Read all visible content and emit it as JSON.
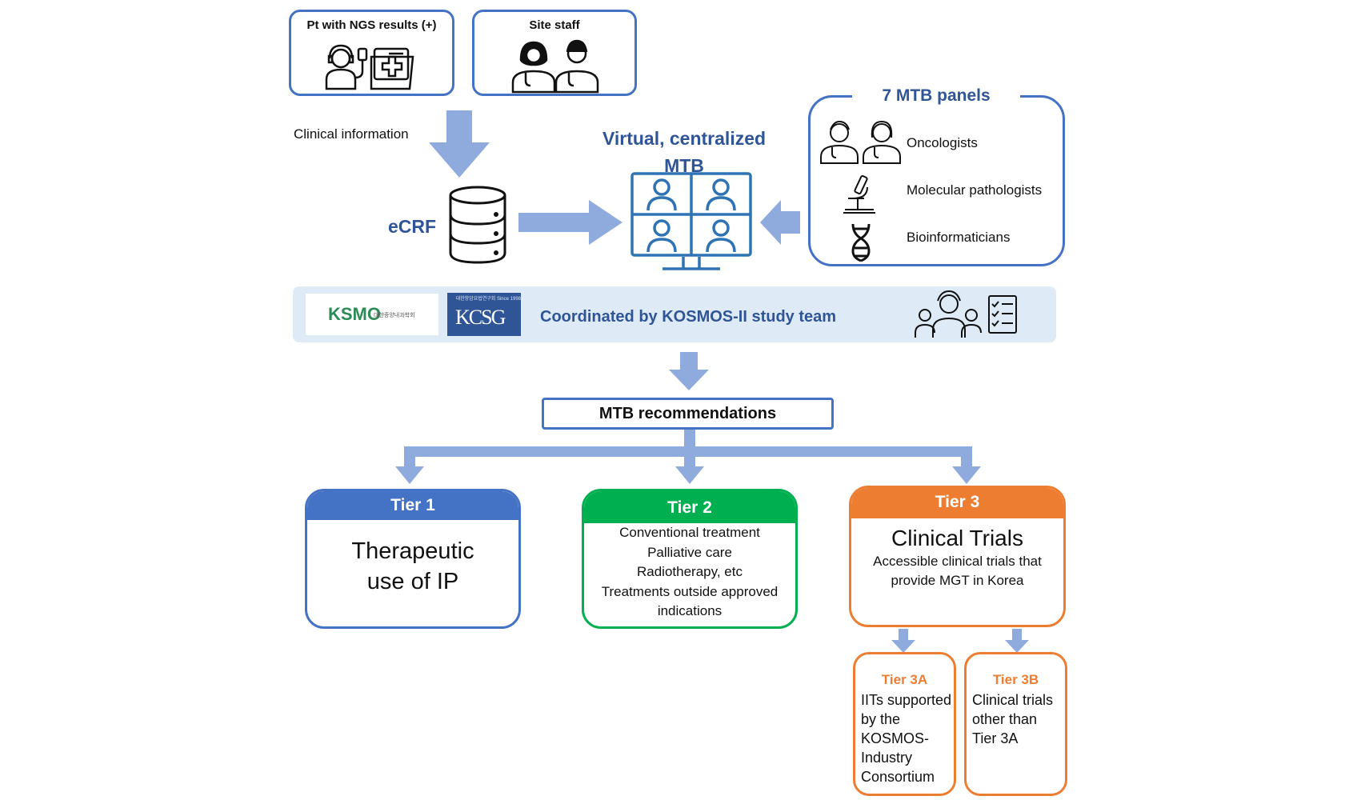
{
  "top": {
    "patient_label": "Pt with NGS results (+)",
    "staff_label": "Site staff",
    "clinical_info": "Clinical information"
  },
  "center": {
    "ecrf": "eCRF",
    "mtb_title_line1": "Virtual, centralized",
    "mtb_title_line2": "MTB"
  },
  "panels": {
    "title": "7 MTB panels",
    "items": [
      "Oncologists",
      "Molecular pathologists",
      "Bioinformaticians"
    ]
  },
  "banner": {
    "ksmo_logo": "KSMO",
    "ksmo_sub": "대한종양내과학회",
    "kcsg_logo": "KCSG",
    "kcsg_sub": "대한항암요법연구회 Since 1998",
    "text": "Coordinated by KOSMOS-II study team"
  },
  "recommendations": "MTB recommendations",
  "tiers": [
    {
      "title": "Tier 1",
      "lines": [
        "Therapeutic",
        "use of IP"
      ],
      "color": "#4472c4"
    },
    {
      "title": "Tier 2",
      "lines": [
        "Conventional treatment",
        "Palliative care",
        "Radiotherapy, etc",
        "Treatments outside approved",
        "indications"
      ],
      "color": "#00b050"
    },
    {
      "title": "Tier 3",
      "heading": "Clinical Trials",
      "lines": [
        "Accessible clinical trials that",
        "provide MGT in Korea"
      ],
      "color": "#ed7d31"
    }
  ],
  "subtiers": [
    {
      "title": "Tier 3A",
      "lines": [
        "IITs supported",
        "by the",
        "KOSMOS-",
        "Industry",
        "Consortium"
      ]
    },
    {
      "title": "Tier 3B",
      "lines": [
        "Clinical trials",
        "other than",
        "Tier 3A"
      ]
    }
  ],
  "colors": {
    "accent": "#4472c4",
    "arrow": "#8faadc",
    "banner": "#deebf7",
    "tier1": "#4472c4",
    "tier2": "#00b050",
    "tier3": "#ed7d31"
  }
}
